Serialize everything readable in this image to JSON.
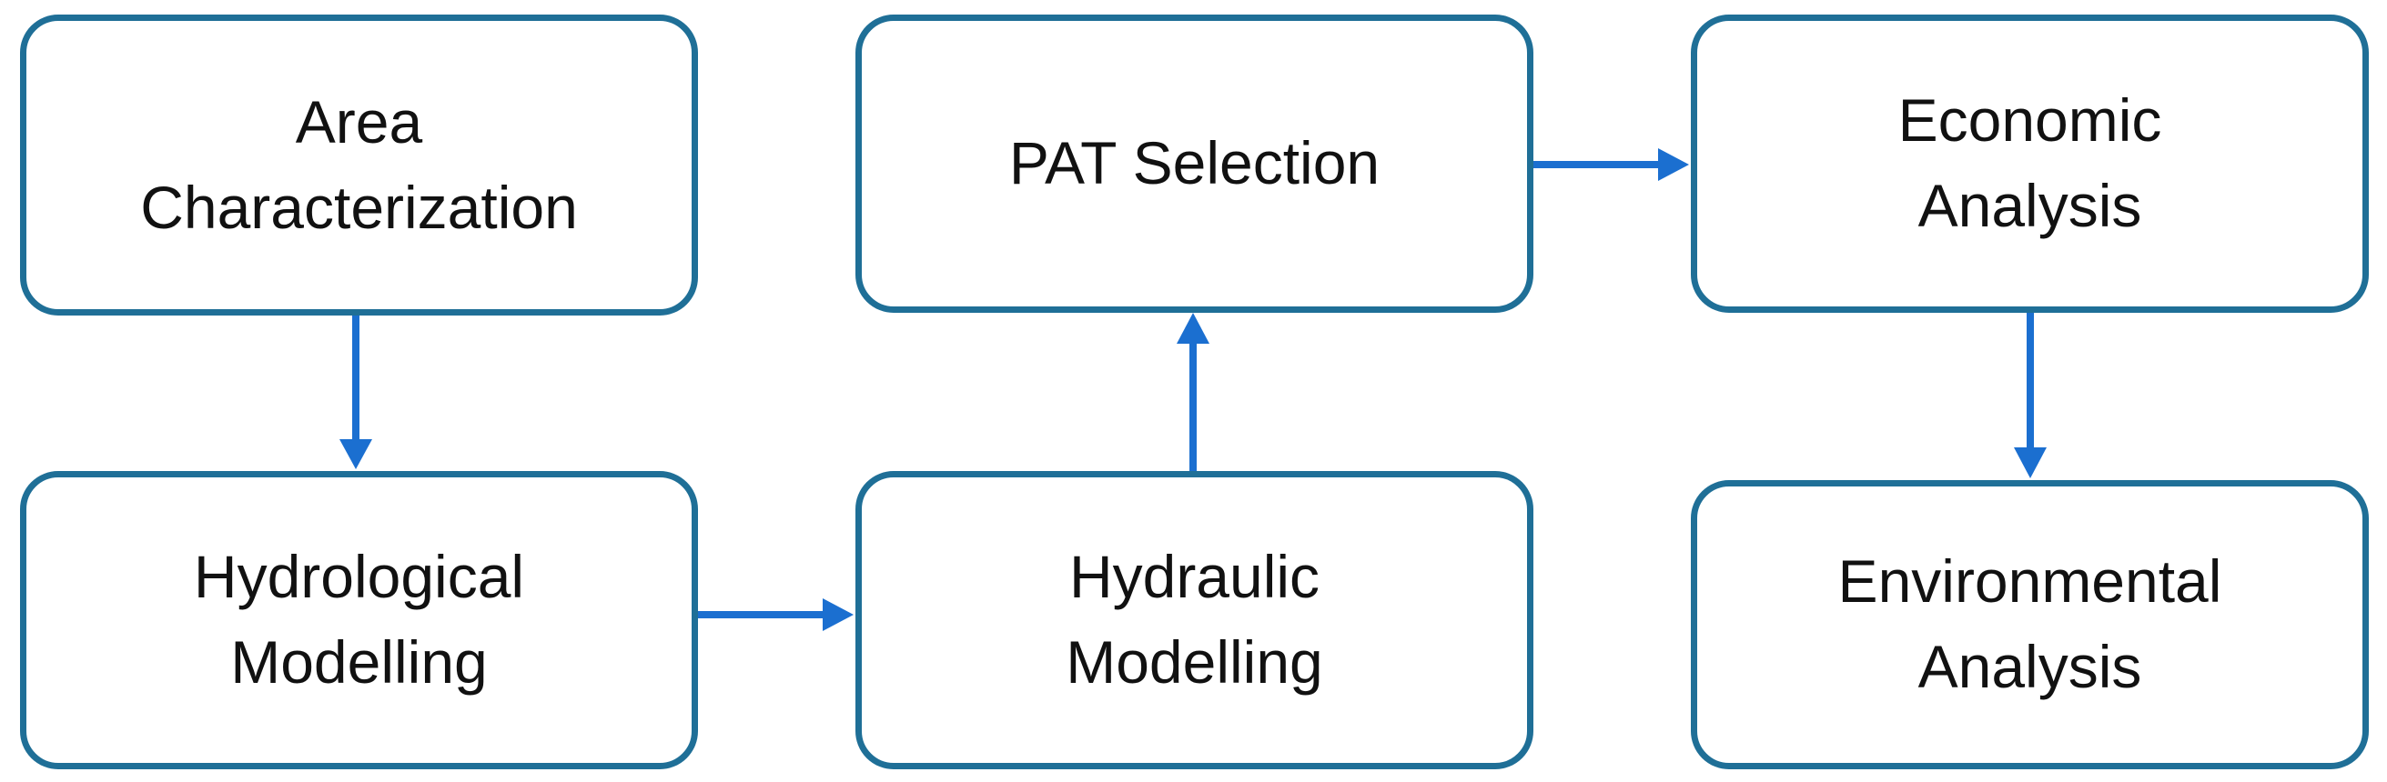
{
  "colors": {
    "node_border": "#1f6f97",
    "arrow": "#1b6fd0",
    "text": "#111111",
    "background": "#ffffff"
  },
  "nodes": {
    "area_characterization": "Area\nCharacterization",
    "hydrological_modelling": "Hydrological\nModelling",
    "hydraulic_modelling": "Hydraulic\nModelling",
    "pat_selection": "PAT Selection",
    "economic_analysis": "Economic\nAnalysis",
    "environmental_analysis": "Environmental\nAnalysis"
  },
  "edges": [
    {
      "from": "area_characterization",
      "to": "hydrological_modelling"
    },
    {
      "from": "hydrological_modelling",
      "to": "hydraulic_modelling"
    },
    {
      "from": "hydraulic_modelling",
      "to": "pat_selection"
    },
    {
      "from": "pat_selection",
      "to": "economic_analysis"
    },
    {
      "from": "economic_analysis",
      "to": "environmental_analysis"
    }
  ]
}
